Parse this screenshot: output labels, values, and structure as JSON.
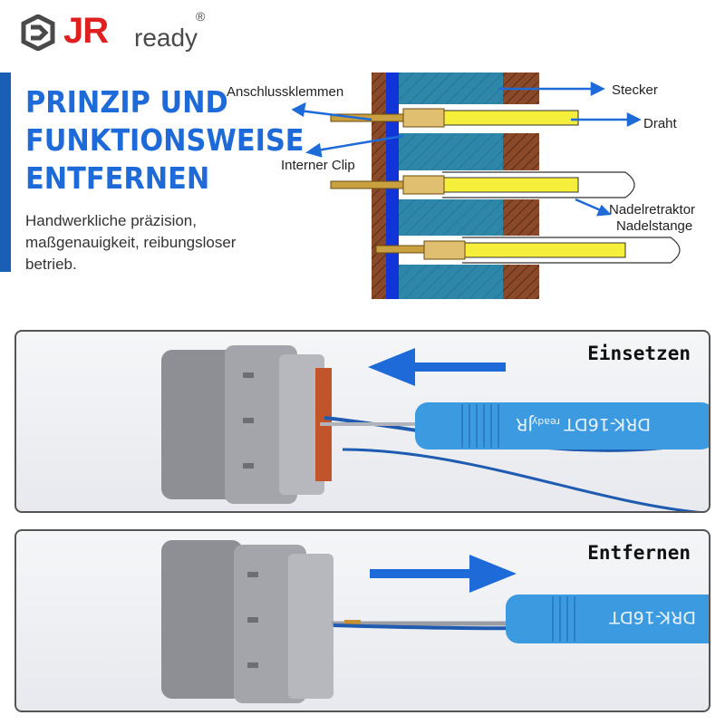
{
  "brand": {
    "name_jr": "JR",
    "name_ready": "ready",
    "registered_mark": "®"
  },
  "heading": {
    "line1": "PRINZIP UND",
    "line2": "FUNKTIONSWEISE",
    "line3": "ENTFERNEN"
  },
  "subtext": "Handwerkliche präzision, maßgenauigkeit, reibungsloser betrieb.",
  "diagram": {
    "labels": {
      "terminals": "Anschlussklemmen",
      "plug": "Stecker",
      "wire": "Draht",
      "internal_clip": "Interner Clip",
      "needle_retractor": "Nadelretraktor",
      "needle_rod": "Nadelstange"
    }
  },
  "panels": {
    "insert": {
      "title": "Einsetzen",
      "arrow_direction": "left",
      "tool_model": "DRK-16DT",
      "tool_brand": "JR",
      "tool_brand_suffix": "ready"
    },
    "remove": {
      "title": "Entfernen",
      "arrow_direction": "right",
      "tool_model": "DRK-16DT"
    }
  },
  "colors": {
    "accent_blue": "#1d6ad8",
    "brand_red": "#e02020",
    "tool_blue": "#3c9be0",
    "wire_yellow": "#f5ee3a",
    "housing_teal": "#2e86a8",
    "wall_brown": "#8a4a2a"
  }
}
